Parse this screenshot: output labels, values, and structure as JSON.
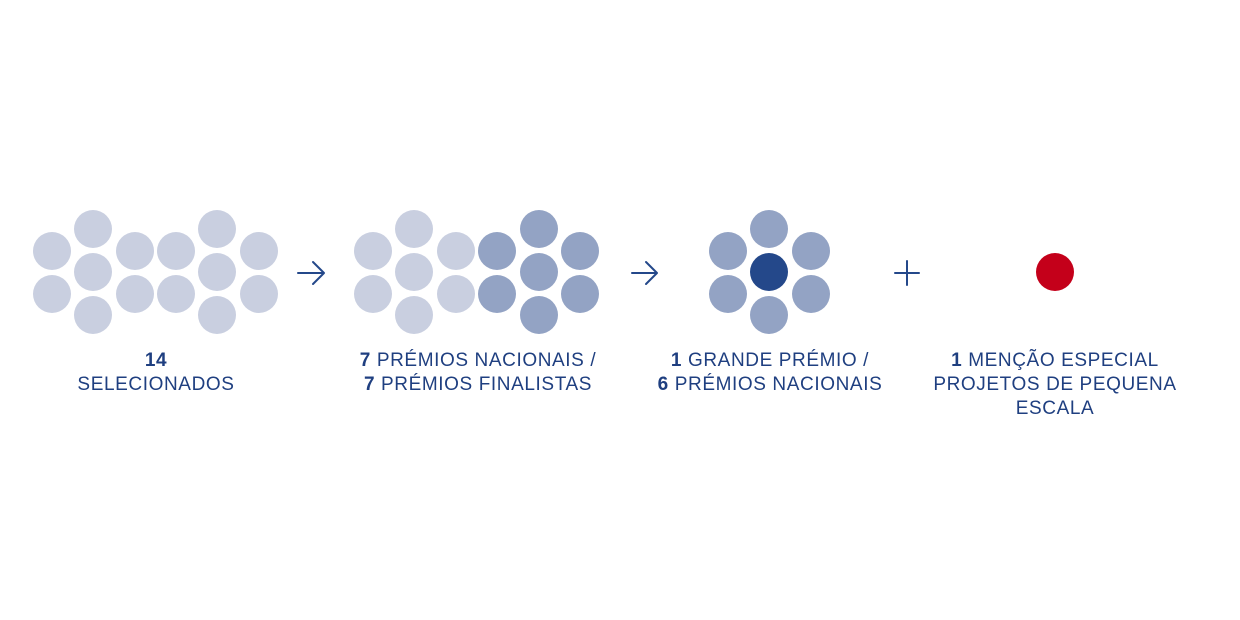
{
  "colors": {
    "light": "#c9cfe0",
    "medium": "#93a3c4",
    "dark": "#24488a",
    "accent": "#c4001a",
    "text": "#1f3f80"
  },
  "connectors": [
    {
      "icon": "arrow-right-icon",
      "glyph": "→"
    },
    {
      "icon": "arrow-right-icon",
      "glyph": "→"
    },
    {
      "icon": "plus-icon",
      "glyph": "+"
    }
  ],
  "stages": [
    {
      "id": "selected",
      "dots": {
        "light": 14,
        "medium": 0,
        "dark": 0,
        "accent": 0
      },
      "caption": [
        {
          "num": "14",
          "text": ""
        },
        {
          "num": "",
          "text": "SELECIONADOS"
        }
      ]
    },
    {
      "id": "prizes",
      "dots": {
        "light": 7,
        "medium": 7,
        "dark": 0,
        "accent": 0
      },
      "caption": [
        {
          "num": "7",
          "text": "PRÉMIOS NACIONAIS /"
        },
        {
          "num": "7",
          "text": "PRÉMIOS FINALISTAS"
        }
      ]
    },
    {
      "id": "grand-prize",
      "dots": {
        "light": 0,
        "medium": 6,
        "dark": 1,
        "accent": 0
      },
      "caption": [
        {
          "num": "1",
          "text": "GRANDE PRÉMIO /"
        },
        {
          "num": "6",
          "text": "PRÉMIOS NACIONAIS"
        }
      ]
    },
    {
      "id": "special-mention",
      "dots": {
        "light": 0,
        "medium": 0,
        "dark": 0,
        "accent": 1
      },
      "caption": [
        {
          "num": "1",
          "text": "MENÇÃO ESPECIAL"
        },
        {
          "num": "",
          "text": "PROJETOS DE PEQUENA"
        },
        {
          "num": "",
          "text": "ESCALA"
        }
      ]
    }
  ]
}
